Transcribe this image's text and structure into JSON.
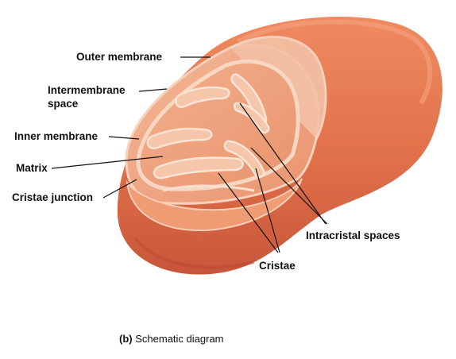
{
  "labels": {
    "outer_membrane": "Outer membrane",
    "intermembrane_space_1": "Intermembrane",
    "intermembrane_space_2": "space",
    "inner_membrane": "Inner membrane",
    "matrix": "Matrix",
    "cristae_junction": "Cristae junction",
    "intracristal_spaces": "Intracristal spaces",
    "cristae": "Cristae"
  },
  "caption": {
    "part": "(b)",
    "text": "Schematic diagram"
  },
  "colors": {
    "outer_body": "#e0714a",
    "cut_face": "#f2b091",
    "inner_membrane": "#f6cdb4",
    "matrix": "#f0a47f",
    "leader_lines": "#111111"
  }
}
